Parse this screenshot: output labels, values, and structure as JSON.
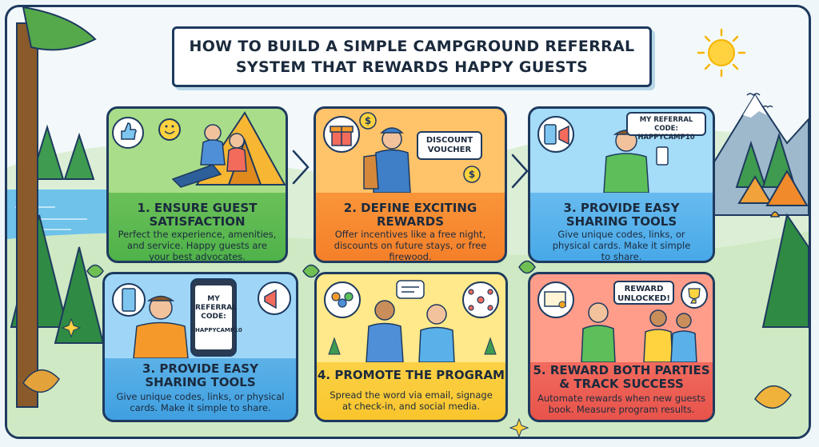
{
  "title": {
    "line1": "HOW TO BUILD A SIMPLE CAMPGROUND REFERRAL",
    "line2": "SYSTEM THAT REWARDS HAPPY GUESTS"
  },
  "cards": [
    {
      "title": [
        "1. ENSURE GUEST",
        "SATISFACTION"
      ],
      "desc": [
        "Perfect the experience, amenities,",
        "and service. Happy guests are",
        "your best advocates."
      ]
    },
    {
      "title": [
        "2. DEFINE EXCITING",
        "REWARDS"
      ],
      "desc": [
        "Offer incentives like a free night,",
        "discounts on future stays, or free",
        "firewood."
      ],
      "voucher": [
        "DISCOUNT",
        "VOUCHER"
      ]
    },
    {
      "title": [
        "3. PROVIDE EASY",
        "SHARING TOOLS"
      ],
      "desc": [
        "Give unique codes, links, or",
        "physical cards. Make it simple",
        "to share."
      ],
      "code_bubble": [
        "MY REFERRAL CODE:",
        "HAPPYCAMP10"
      ]
    },
    {
      "title": [
        "3. PROVIDE EASY",
        "SHARING TOOLS"
      ],
      "desc": [
        "Give unique codes, links, or physical",
        "cards. Make it simple to share."
      ],
      "phone_text": [
        "MY",
        "REFERRAL",
        "CODE:",
        "HAPPYCAMP10"
      ]
    },
    {
      "title": [
        "4. PROMOTE THE PROGRAM"
      ],
      "desc": [
        "Spread the word via email, signage",
        "at check-in, and social media."
      ]
    },
    {
      "title": [
        "5. REWARD BOTH PARTIES",
        "& TRACK SUCCESS"
      ],
      "desc": [
        "Automate rewards when new guests",
        "book. Measure program results."
      ],
      "reward_bubble": [
        "REWARD",
        "UNLOCKED!"
      ]
    }
  ],
  "colors": {
    "outline": "#1e3a5f",
    "green_card": "#4fb24a",
    "orange_card": "#f57f2a",
    "blue_card": "#48a8e8",
    "yellow_card": "#f9c52d",
    "red_card": "#e8534a"
  }
}
